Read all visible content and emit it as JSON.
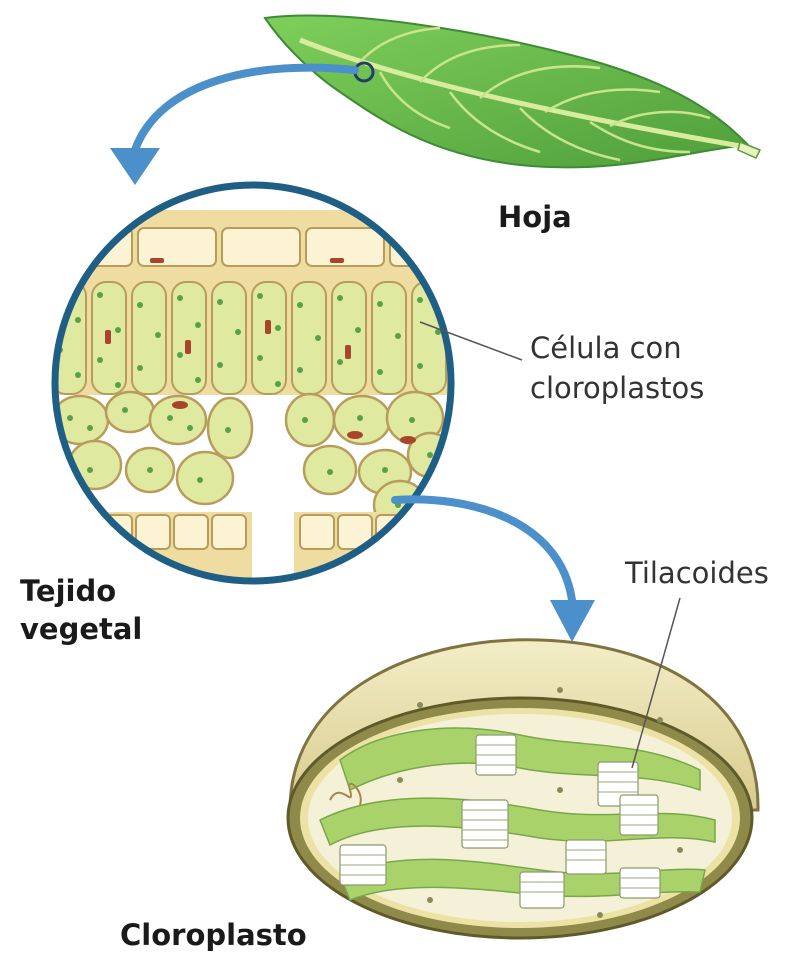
{
  "labels": {
    "leaf": "Hoja",
    "cell_line1": "Célula con",
    "cell_line2": "cloroplastos",
    "tissue_line1": "Tejido",
    "tissue_line2": "vegetal",
    "thylakoids": "Tilacoides",
    "chloroplast": "Cloroplasto"
  },
  "colors": {
    "leaf": "#6cbd4f",
    "leaf_dark": "#4a9a3a",
    "cell_fill": "#dfe9a0",
    "cell_wall": "#c9b27a",
    "frame_ring": "#1f5f86",
    "arrow": "#4b8fcb",
    "stroma": "#a9d36a",
    "envelope": "#efe6b3"
  }
}
